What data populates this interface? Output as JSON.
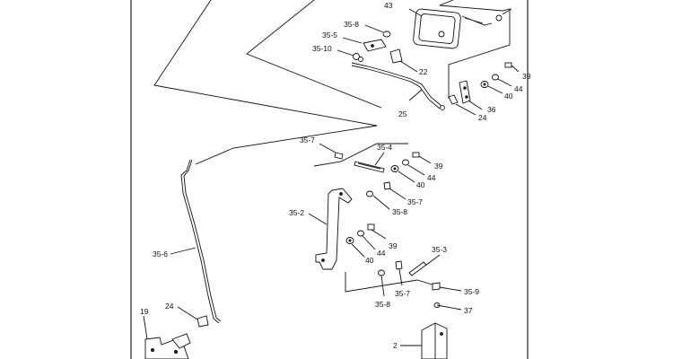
{
  "labels": {
    "l43": "43",
    "l35_8a": "35-8",
    "l35_5": "35-5",
    "l35_10": "35-10",
    "l22": "22",
    "l39a": "39",
    "l44a": "44",
    "l40a": "40",
    "l36": "36",
    "l24a": "24",
    "l25": "25",
    "l35_7a": "35-7",
    "l35_4": "35-4",
    "l39b": "39",
    "l44b": "44",
    "l40b": "40",
    "l35_7b": "35-7",
    "l35_8b": "35-8",
    "l35_2": "35-2",
    "l39c": "39",
    "l44c": "44",
    "l40c": "40",
    "l35_6": "35-6",
    "l35_3": "35-3",
    "l35_9": "35-9",
    "l37": "37",
    "l35_7c": "35-7",
    "l35_8c": "35-8",
    "l19": "19",
    "l24b": "24",
    "l2": "2"
  }
}
